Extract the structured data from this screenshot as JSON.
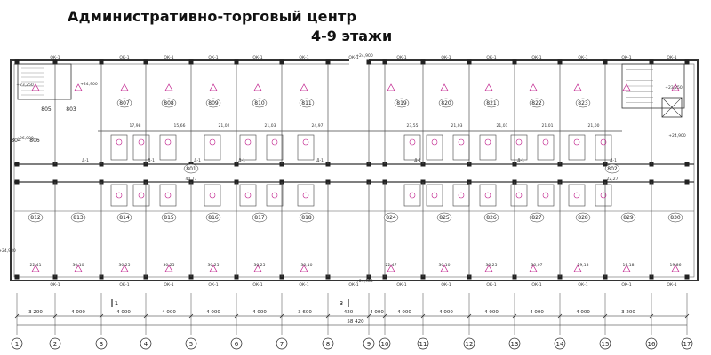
{
  "title": "Административно-торговый центр",
  "subtitle": "4-9 этажи",
  "rooms_top": [
    {
      "n": "807",
      "a": "17,98"
    },
    {
      "n": "808",
      "a": "15,66"
    },
    {
      "n": "809",
      "a": "21,02"
    },
    {
      "n": "810",
      "a": "21,03"
    },
    {
      "n": "811",
      "a": "24,97"
    },
    {
      "n": "819",
      "a": "23,55"
    },
    {
      "n": "820",
      "a": "21,03"
    },
    {
      "n": "821",
      "a": "21,01"
    },
    {
      "n": "822",
      "a": "21,01"
    },
    {
      "n": "823",
      "a": "21,00"
    }
  ],
  "rooms_bottom": [
    {
      "n": "812",
      "a": "22,41"
    },
    {
      "n": "813",
      "a": "30,10"
    },
    {
      "n": "814",
      "a": "30,25"
    },
    {
      "n": "815",
      "a": "30,25"
    },
    {
      "n": "816",
      "a": "30,25"
    },
    {
      "n": "817",
      "a": "30,25"
    },
    {
      "n": "818",
      "a": "30,10"
    },
    {
      "n": "824",
      "a": "22,47"
    },
    {
      "n": "825",
      "a": "30,10"
    },
    {
      "n": "826",
      "a": "30,25"
    },
    {
      "n": "827",
      "a": "30,07"
    },
    {
      "n": "828",
      "a": "19,18"
    },
    {
      "n": "829",
      "a": "19,18"
    },
    {
      "n": "830",
      "a": "19,86"
    }
  ],
  "corridor_rooms": [
    {
      "n": "801",
      "a": "40,77"
    },
    {
      "n": "802",
      "a": "22,27"
    }
  ],
  "misc_rooms": [
    {
      "n": "803"
    },
    {
      "n": "804"
    },
    {
      "n": "805"
    },
    {
      "n": "806"
    }
  ],
  "levels": [
    "+24,900",
    "+23,250",
    "+26,000",
    "+24,980",
    "+24,900",
    "+23,250",
    "+24,900",
    "+24,980"
  ],
  "window_labels": [
    "ОК-1",
    "ОК-1",
    "ОК-1",
    "ОК-1",
    "ОК-1",
    "ОК-1",
    "ОК-1",
    "ОК-1",
    "ОК-1",
    "ОК-1",
    "ОК-1",
    "ОК-1",
    "ОК-1",
    "ОК-1"
  ],
  "door_labels": [
    "Д-1",
    "Д-1",
    "Д-1",
    "Д-1",
    "Д-1",
    "Д-1",
    "Д-1",
    "Д-1"
  ],
  "section_marks": [
    "1",
    "1",
    "3"
  ],
  "axis_labels": [
    "1",
    "2",
    "3",
    "4",
    "5",
    "6",
    "7",
    "8",
    "9",
    "10",
    "11",
    "12",
    "13",
    "14",
    "15",
    "16",
    "17"
  ],
  "dimensions": [
    "3 200",
    "4 000",
    "4 000",
    "4 000",
    "4 000",
    "4 000",
    "3 600",
    "420",
    "4 000",
    "4 000",
    "4 000",
    "4 000",
    "4 000",
    "4 000",
    "3 200"
  ],
  "total_dimension": "58 420"
}
